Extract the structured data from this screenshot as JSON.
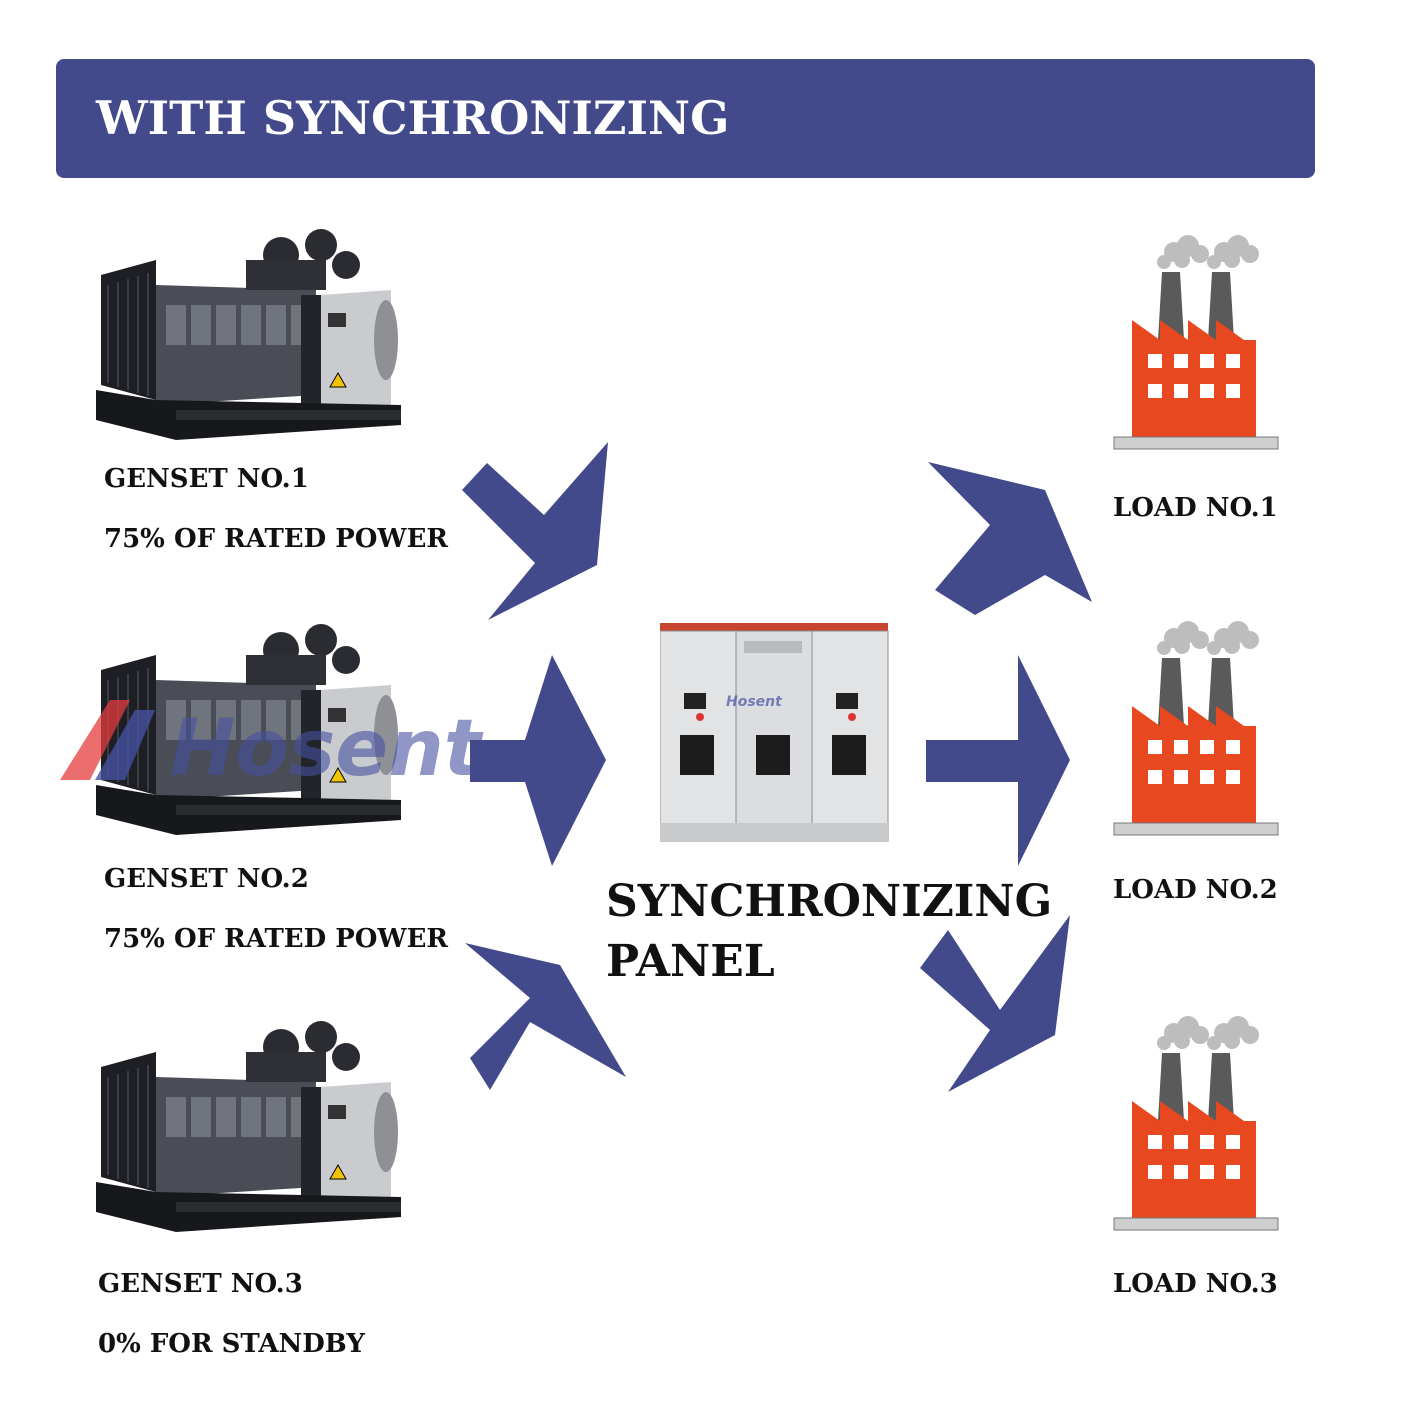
{
  "header": {
    "title": "WITH SYNCHRONIZING"
  },
  "gensets": [
    {
      "name": "GENSET NO.1",
      "power": "75% OF RATED POWER"
    },
    {
      "name": "GENSET NO.2",
      "power": "75% OF RATED POWER"
    },
    {
      "name": "GENSET NO.3",
      "power": "0% FOR STANDBY"
    }
  ],
  "panel": {
    "line1": "SYNCHRONIZING",
    "line2": "PANEL",
    "watermark": "Hosent"
  },
  "loads": [
    {
      "name": "LOAD NO.1"
    },
    {
      "name": "LOAD NO.2"
    },
    {
      "name": "LOAD NO.3"
    }
  ],
  "watermark": {
    "text": "Hosent"
  },
  "colors": {
    "banner": "#434a8b",
    "arrow": "#434a8b",
    "factory": "#e8481f",
    "chimney": "#555555"
  }
}
